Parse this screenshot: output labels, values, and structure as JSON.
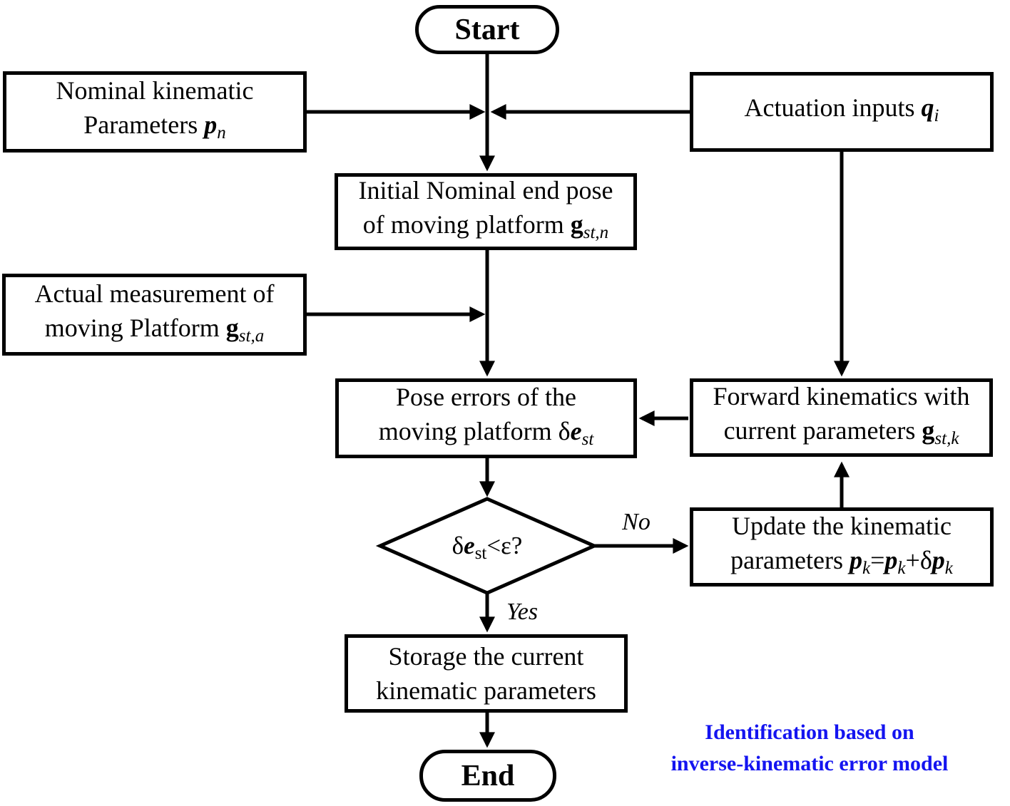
{
  "colors": {
    "line": "#000000",
    "background": "#ffffff"
  },
  "nodes": {
    "start": {
      "label": "Start"
    },
    "nominal_params": {
      "line1": "Nominal kinematic",
      "line2_text": "Parameters ",
      "symbol": "p",
      "subscript": "n"
    },
    "actuation_inputs": {
      "text": "Actuation inputs ",
      "symbol": "q",
      "subscript": "i"
    },
    "initial_pose": {
      "line1": "Initial Nominal end pose",
      "line2_text": "of moving platform ",
      "symbol": "g",
      "subscript": "st,n"
    },
    "actual_measurement": {
      "line1": "Actual measurement of",
      "line2_text": "moving Platform ",
      "symbol": "g",
      "subscript": "st,a"
    },
    "pose_errors": {
      "line1": "Pose errors of the",
      "line2_text": "moving platform ",
      "delta": "δ",
      "symbol": "e",
      "subscript": "st"
    },
    "forward_kinematics": {
      "line1": "Forward kinematics with",
      "line2_text": "current parameters ",
      "symbol": "g",
      "subscript": "st,k"
    },
    "decision": {
      "delta": "δ",
      "symbol": "e",
      "subscript": "st",
      "comparison": "<ε?"
    },
    "update_params": {
      "line1": "Update the kinematic",
      "line2_text": "parameters ",
      "formula": {
        "p1": "p",
        "s1": "k",
        "eq": "=",
        "p2": "p",
        "s2": "k",
        "plus": "+δ",
        "p3": "p",
        "s3": "k"
      }
    },
    "storage": {
      "line1": "Storage the current",
      "line2": "kinematic parameters"
    },
    "end": {
      "label": "End"
    }
  },
  "edge_labels": {
    "no": "No",
    "yes": "Yes"
  },
  "caption": {
    "line1": "Identification based on",
    "line2": "inverse-kinematic error model",
    "color": "#1414f0"
  }
}
